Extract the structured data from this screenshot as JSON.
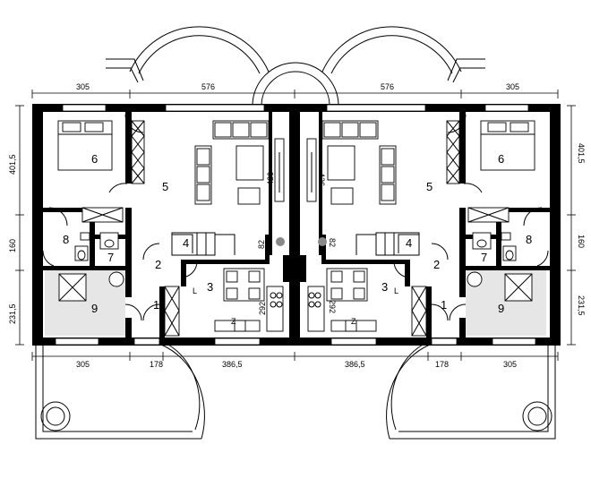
{
  "dimensions": {
    "top_left": "305",
    "top_center_left": "576",
    "top_center_right": "576",
    "top_right": "305",
    "left_upper": "401,5",
    "left_middle": "160",
    "left_lower": "231,5",
    "right_upper": "401,5",
    "right_middle": "160",
    "right_lower": "231,5",
    "bottom_left_a": "305",
    "bottom_left_b": "178",
    "bottom_left_c": "386,5",
    "bottom_right_a": "386,5",
    "bottom_right_b": "178",
    "bottom_right_c": "305",
    "inner_left_426": "426",
    "inner_right_426": "426",
    "inner_left_292": "292",
    "inner_right_292": "292",
    "inner_left_82": "82",
    "inner_right_82": "82"
  },
  "rooms_left": [
    "1",
    "2",
    "3",
    "4",
    "5",
    "6",
    "7",
    "8",
    "9"
  ],
  "rooms_right": [
    "1",
    "2",
    "3",
    "4",
    "5",
    "6",
    "7",
    "8",
    "9"
  ],
  "kitchen_marks": [
    "L",
    "L",
    "Z",
    "Z"
  ]
}
